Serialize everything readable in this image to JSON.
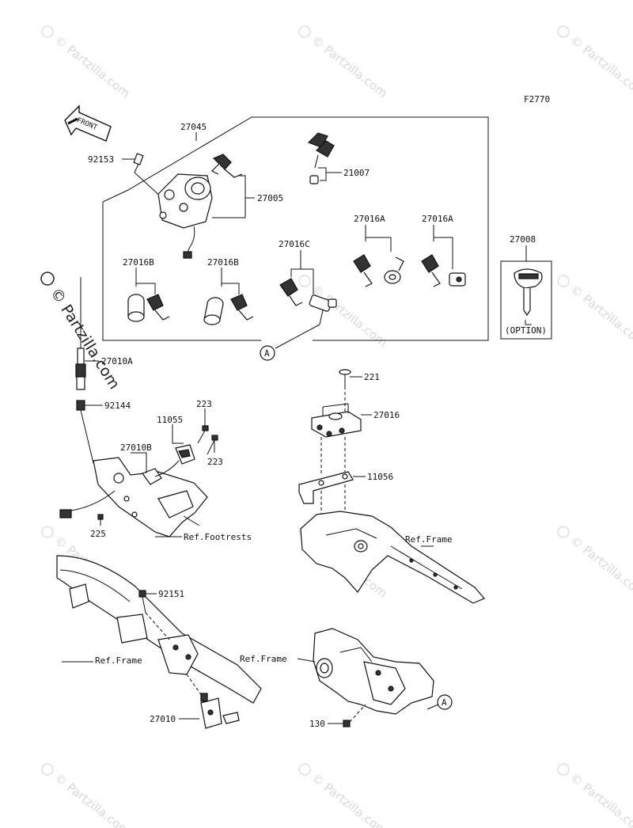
{
  "figure_code": "F2770",
  "front_label": "FRONT",
  "option_label": "(OPTION)",
  "callout_letter": "A",
  "watermark": "© Partzilla.com",
  "part_labels": {
    "p27045": "27045",
    "p92153": "92153",
    "p21007": "21007",
    "p27005": "27005",
    "p27016A_1": "27016A",
    "p27016A_2": "27016A",
    "p27016C": "27016C",
    "p27016B_1": "27016B",
    "p27016B_2": "27016B",
    "p27008": "27008",
    "p27010A": "27010A",
    "p92144": "92144",
    "p223_1": "223",
    "p223_2": "223",
    "p11055": "11055",
    "p27010B": "27010B",
    "p225": "225",
    "p221": "221",
    "p27016": "27016",
    "p11056": "11056",
    "p92151": "92151",
    "p27010": "27010",
    "p130": "130"
  },
  "ref_labels": {
    "footrests": "Ref.Footrests",
    "frame_right": "Ref.Frame",
    "frame_left": "Ref.Frame",
    "frame_bottom": "Ref.Frame"
  }
}
